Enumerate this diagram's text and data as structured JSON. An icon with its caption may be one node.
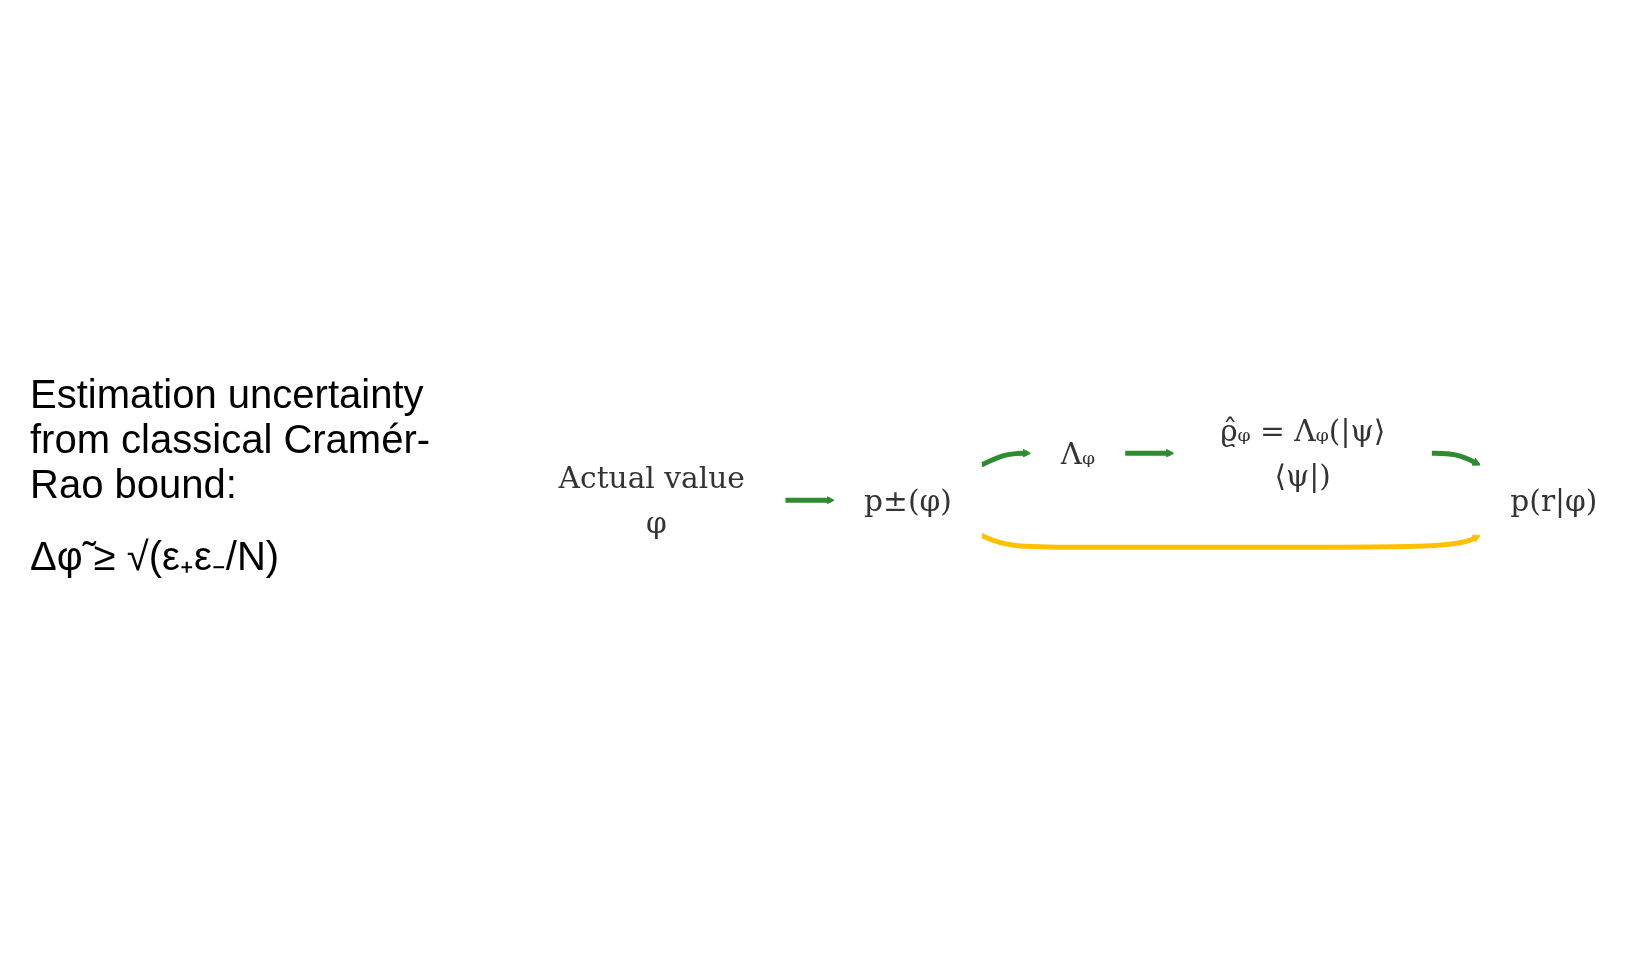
{
  "diagram": {
    "nodes": [
      {
        "text": [
          "Actual value φ"
        ]
      },
      {
        "text": [
          "p±(φ)"
        ]
      },
      {
        "text": [
          "Λᵩ"
        ]
      },
      {
        "text": [
          "ϱ̂ᵩ = Λᵩ(|ψ⟩⟨ψ|)"
        ]
      },
      {
        "text": [
          "p(r|φ)"
        ]
      }
    ],
    "edges": [
      {
        "from": 0,
        "to": 1,
        "arrow": "to"
      },
      {
        "from": 1,
        "to": 2,
        "arrow": "to"
      },
      {
        "from": 2,
        "to": 3,
        "arrow": "to"
      },
      {
        "from": 3,
        "to": 4,
        "arrow": "to"
      },
      {
        "from": 1,
        "to": 4,
        "arrow": "to",
        "color": "#ffc000"
      }
    ],
    "labels": [
      "Estimation uncertainty from classical Cramér-Rao bound:",
      "Δφ̃ ≥ √(ε₊ε₋/N)"
    ]
  }
}
